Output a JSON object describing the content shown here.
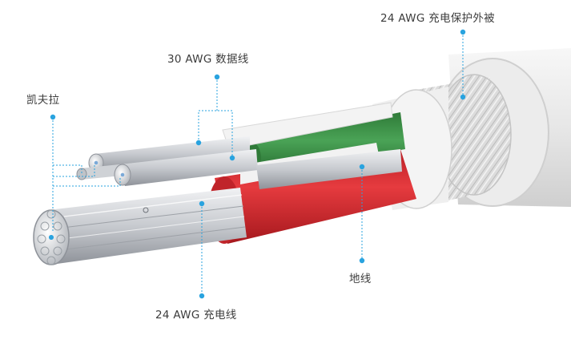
{
  "callouts": {
    "jacket": "24 AWG 充电保护外被",
    "data_wire": "30 AWG 数据线",
    "kevlar": "凯夫拉",
    "ground": "地线",
    "power_wire": "24 AWG 充电线"
  },
  "colors": {
    "callout_blue": "#29a3df",
    "green_insulation": "#3c8c46",
    "red_insulation": "#d42b30",
    "outer_jacket": "#e6e6e6",
    "braid_shield": "#d8d8d8",
    "conductor_strand": "#c9ccd0"
  }
}
